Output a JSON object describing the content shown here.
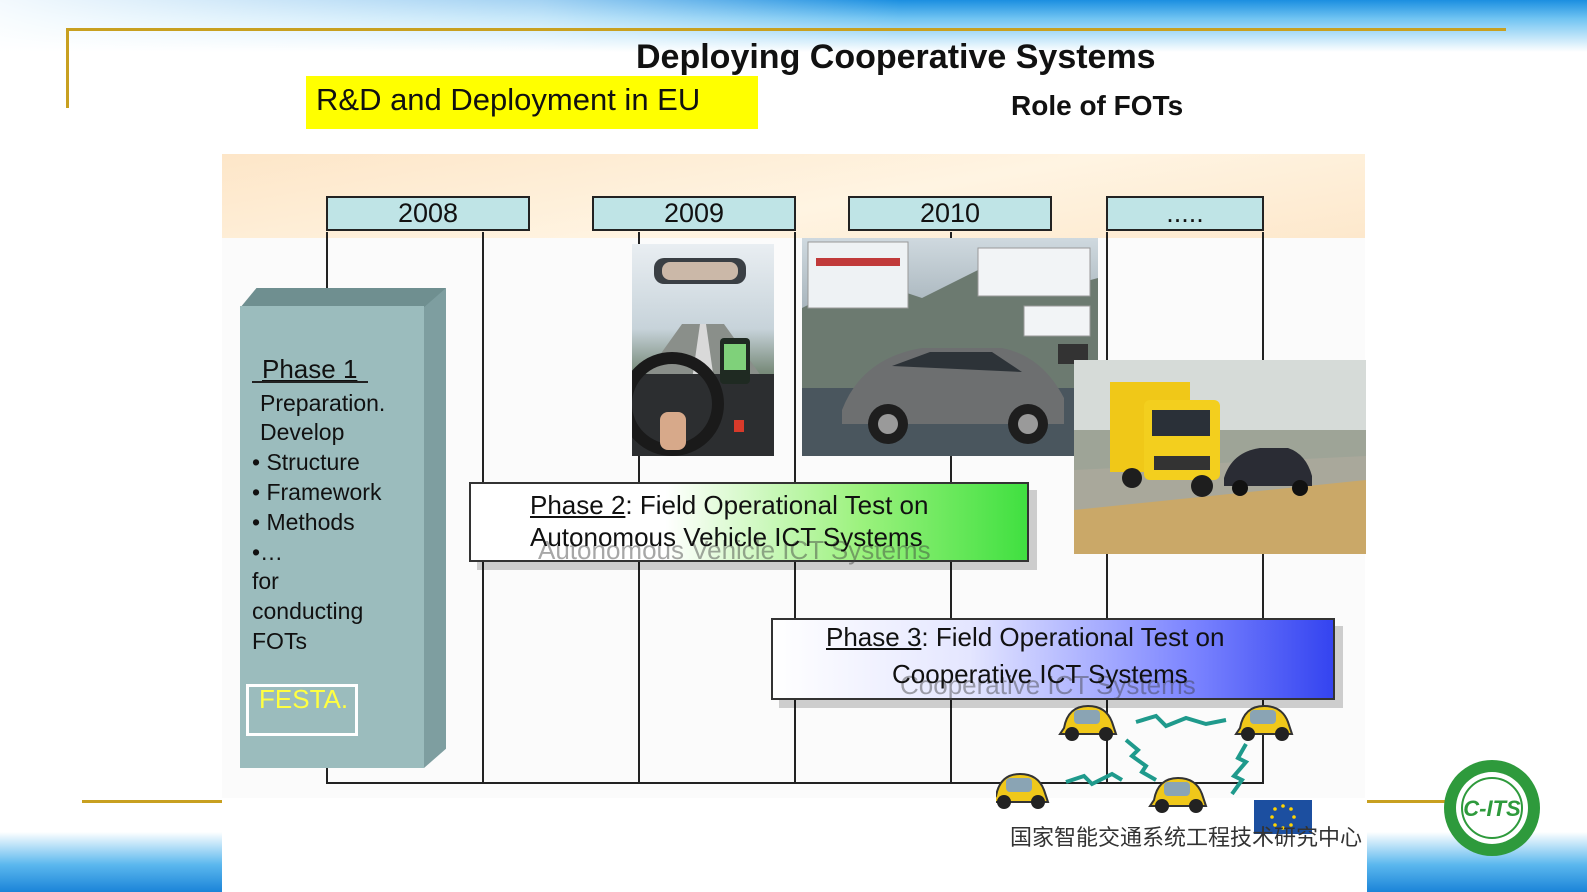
{
  "header": {
    "title": "Deploying Cooperative Systems",
    "subtitle": "Role of FOTs",
    "banner": "R&D and Deployment in EU"
  },
  "timeline": {
    "years": [
      "2008",
      "2009",
      "2010",
      "....."
    ]
  },
  "phase1": {
    "title": "Phase 1",
    "lines": [
      "Preparation.",
      "Develop",
      "• Structure",
      "• Framework",
      "• Methods",
      "•…",
      "for",
      "conducting",
      "FOTs"
    ],
    "festa": "FESTA."
  },
  "phase2": {
    "line1_prefix": "Phase 2",
    "line1_rest": ": Field Operational Test on",
    "line2": "Autonomous Vehicle ICT Systems"
  },
  "phase3": {
    "line1_prefix": "Phase 3",
    "line1_rest": ": Field Operational Test on",
    "line2": "Cooperative ICT Systems"
  },
  "footer": {
    "organization": "国家智能交通系统工程技术研究中心",
    "logo_text": "C-ITS"
  },
  "colors": {
    "banner": "#ffff00",
    "year_box": "#bfe4e6",
    "phase1_block": "#9bbcbd",
    "phase2_accent": "#40e040",
    "phase3_accent": "#3444f0",
    "festa_text": "#ffff40",
    "logo_green": "#2e9a3c"
  },
  "icons": [
    "driver-photo",
    "volvo-photo",
    "truck-photo",
    "smart-car-icon",
    "wireless-signal-icon",
    "eu-flag-icon",
    "c-its-logo"
  ]
}
